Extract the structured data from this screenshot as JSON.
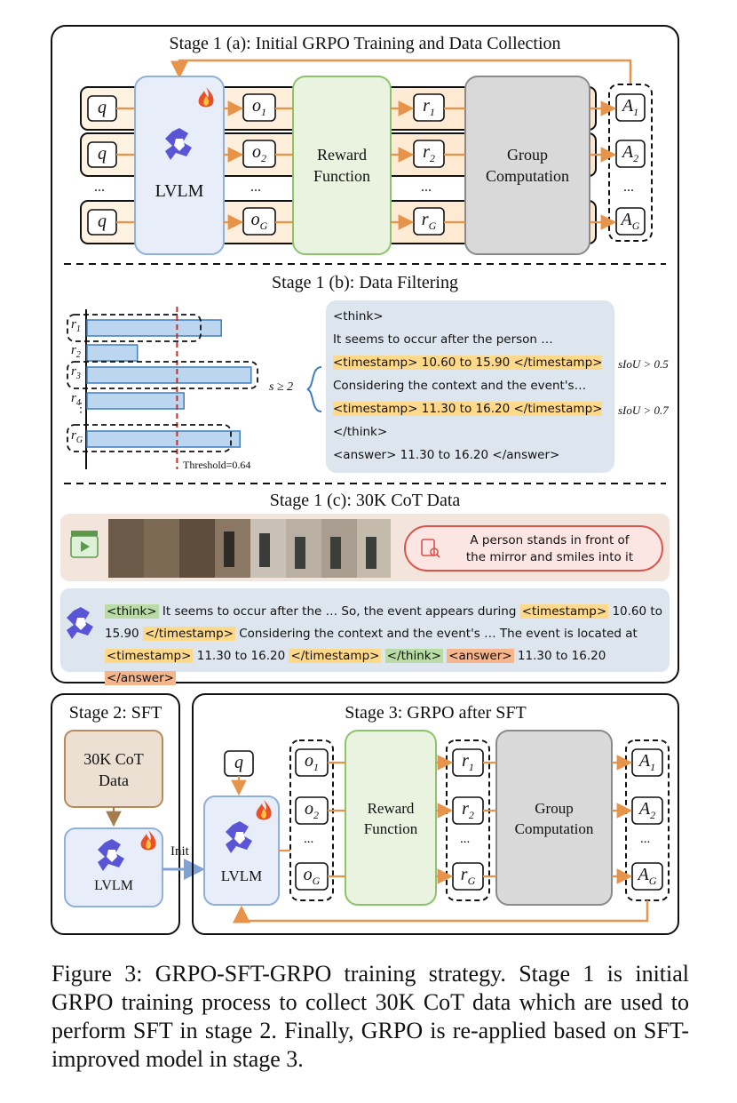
{
  "stage1a": {
    "title": "Stage 1 (a): Initial GRPO Training and Data Collection",
    "model_label": "LVLM",
    "reward_label_1": "Reward",
    "reward_label_2": "Function",
    "group_label_1": "Group",
    "group_label_2": "Computation",
    "query": "q",
    "outputs": [
      "o",
      "o",
      "o"
    ],
    "output_subs": [
      "1",
      "2",
      "G"
    ],
    "rewards": [
      "r",
      "r",
      "r"
    ],
    "reward_subs": [
      "1",
      "2",
      "G"
    ],
    "advantages": [
      "A",
      "A",
      "A"
    ],
    "advantage_subs": [
      "1",
      "2",
      "G"
    ],
    "ellipsis": "..."
  },
  "stage1b": {
    "title": "Stage 1 (b): Data Filtering",
    "bar_labels": [
      "r",
      "r",
      "r",
      "r",
      "r"
    ],
    "bar_subs": [
      "1",
      "2",
      "3",
      "4",
      "G"
    ],
    "bar_values": [
      0.72,
      0.27,
      0.88,
      0.52,
      0.82
    ],
    "threshold_value": 0.64,
    "threshold_label": "Threshold=0.64",
    "condition": "s ≥ 2",
    "cot": {
      "line1": "<think>",
      "line2": "It seems to occur after the person …",
      "line3": "<timestamp> 10.60 to 15.90 </timestamp>",
      "line4": "Considering the context and the event's…",
      "line5": "<timestamp> 11.30 to 16.20 </timestamp>",
      "line6": "</think>",
      "line7": "<answer> 11.30 to 16.20 </answer>"
    },
    "siou1": "sIoU > 0.5",
    "siou2": "sIoU > 0.7"
  },
  "stage1c": {
    "title": "Stage 1 (c): 30K CoT Data",
    "query_text_1": "A person stands in front of",
    "query_text_2": "the mirror and smiles into it",
    "text": {
      "think_open": "<think>",
      "part1": " It seems to occur after the … So, the event appears during ",
      "ts_open1": "<timestamp>",
      "part2": " 10.60 to 15.90 ",
      "ts_close1": "</timestamp>",
      "part3": " Considering the context and the event's … The event is located at ",
      "ts_open2": "<timestamp>",
      "part4": " 11.30 to 16.20 ",
      "ts_close2": "</timestamp>",
      "think_close": "</think>",
      "ans_open": "<answer>",
      "part5": " 11.30 to 16.20 ",
      "ans_close": "</answer>"
    }
  },
  "stage2": {
    "title": "Stage 2: SFT",
    "data_label_1": "30K CoT",
    "data_label_2": "Data",
    "model_label": "LVLM",
    "init_label": "Init"
  },
  "stage3": {
    "title": "Stage 3: GRPO after SFT",
    "model_label": "LVLM",
    "query": "q",
    "reward_label_1": "Reward",
    "reward_label_2": "Function",
    "group_label_1": "Group",
    "group_label_2": "Computation",
    "ellipsis": "..."
  },
  "caption": "Figure 3: GRPO-SFT-GRPO training strategy. Stage 1 is initial GRPO training process to collect 30K CoT data which are used to perform SFT in stage 2. Finally, GRPO is re-applied based on SFT-improved model in stage 3.",
  "colors": {
    "orange_arrow": "#e8934a",
    "lvlm_fill": "#e7eef9",
    "lvlm_border": "#8fb0dc",
    "reward_fill": "#e9f3df",
    "reward_border": "#8cc36b",
    "group_fill": "#d9d9d9",
    "group_border": "#8a8a8a",
    "bar_fill": "#bcd6ef",
    "bar_border": "#3f7fc0",
    "threshold": "#c0302a",
    "data_fill": "#ece0d3",
    "data_border": "#b88a5a"
  }
}
